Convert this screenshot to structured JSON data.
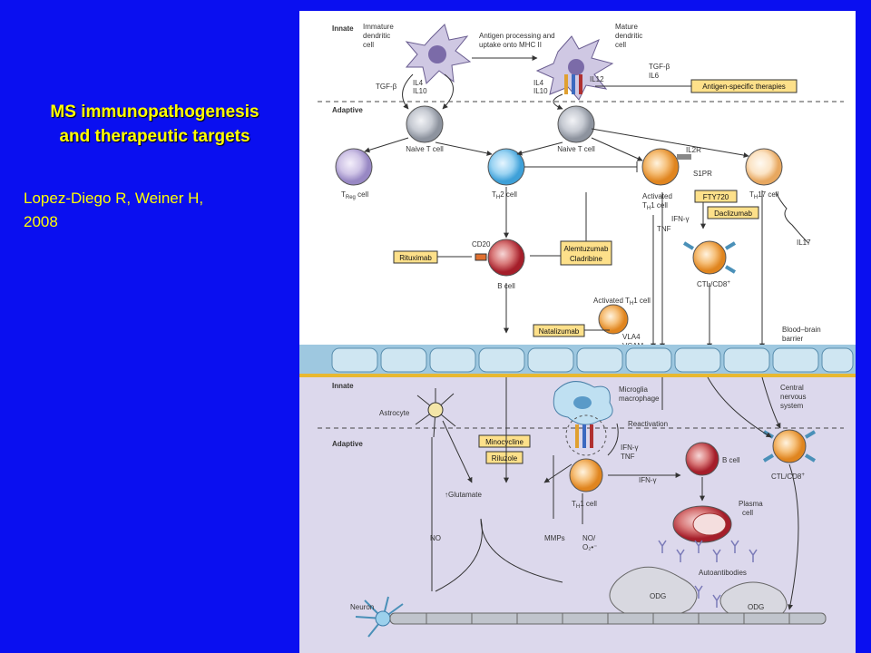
{
  "slide": {
    "title_line1": "MS immunopathogenesis",
    "title_line2": "and therapeutic targets",
    "citation_line1": "Lopez-Diego R, Weiner H,",
    "citation_line2": "2008"
  },
  "diagram": {
    "sections": {
      "innate_top": "Innate",
      "adaptive_top": "Adaptive",
      "innate_bottom": "Innate",
      "adaptive_bottom": "Adaptive"
    },
    "cells": {
      "immature_dc_1": "Immature",
      "immature_dc_2": "dendritic",
      "immature_dc_3": "cell",
      "mature_dc_1": "Mature",
      "mature_dc_2": "dendritic",
      "mature_dc_3": "cell",
      "naive_t_1": "Naive T cell",
      "naive_t_2": "Naive T cell",
      "treg": "T",
      "treg_sub": "Reg",
      "treg_suffix": " cell",
      "th2": "T",
      "th2_sub": "H",
      "th2_suffix": "2 cell",
      "activated_th1_1": "Activated",
      "activated_th1_2": "T",
      "activated_th1_2_sub": "H",
      "activated_th1_2_suffix": "1 cell",
      "th17": "T",
      "th17_sub": "H",
      "th17_suffix": "17 cell",
      "b_cell_1": "B cell",
      "ctl_1": "CTL/CD8",
      "ctl_1_sup": "+",
      "activated_th1_b": "Activated T",
      "activated_th1_b_sub": "H",
      "activated_th1_b_suffix": "1 cell",
      "astrocyte": "Astrocyte",
      "microglia_1": "Microglia",
      "microglia_2": "macrophage",
      "th1_bottom": "T",
      "th1_bottom_sub": "H",
      "th1_bottom_suffix": "1 cell",
      "b_cell_2": "B cell",
      "plasma_1": "Plasma",
      "plasma_2": "cell",
      "ctl_2": "CTL/CD8",
      "ctl_2_sup": "+",
      "neuron": "Neuron",
      "odg_1": "ODG",
      "odg_2": "ODG"
    },
    "labels": {
      "antigen_processing_1": "Antigen processing and",
      "antigen_processing_2": "uptake onto MHC II",
      "tgfb_1": "TGF-β",
      "tgfb_2": "TGF-β",
      "il4_1": "IL4",
      "il10_1": "IL10",
      "il4_2": "IL4",
      "il10_2": "IL10",
      "il12": "IL12",
      "il6": "IL6",
      "il2r": "IL2R",
      "s1pr": "S1PR",
      "ifng_1": "IFN-γ",
      "tnf_1": "TNF",
      "il17": "IL17",
      "cd20": "CD20",
      "vla4": "VLA4",
      "vcam": "VCAM",
      "bbb_1": "Blood–brain",
      "bbb_2": "barrier",
      "cns_1": "Central",
      "cns_2": "nervous",
      "cns_3": "system",
      "reactivation": "Reactivation",
      "ifng_2": "IFN-γ",
      "tnf_2": "TNF",
      "ifng_3": "IFN-γ",
      "glutamate": "↑Glutamate",
      "no": "NO",
      "mmps": "MMPs",
      "no_o2_1": "NO/",
      "no_o2_2": "O₂•⁻",
      "autoantibodies": "Autoantibodies"
    },
    "therapies": {
      "antigen_specific": "Antigen-specific therapies",
      "fty720": "FTY720",
      "daclizumab": "Daclizumab",
      "rituximab": "Rituximab",
      "alemtuzumab": "Alemtuzumab",
      "cladribine": "Cladribine",
      "natalizumab": "Natalizumab",
      "minocycline": "Minocycline",
      "riluzole": "Riluzole"
    }
  },
  "colors": {
    "background": "#0a0ff0",
    "title": "#ffff00",
    "therapy_box": "#fde08a",
    "cns_band": "#dcd8ec",
    "bbb_cell": "#cfe6f2",
    "th1_orange": "#f29a2e",
    "b_cell_red": "#c0303a",
    "th2_blue": "#5cb8e8",
    "treg_purple": "#b8a8d8",
    "naive_grey": "#a9aeb8"
  }
}
